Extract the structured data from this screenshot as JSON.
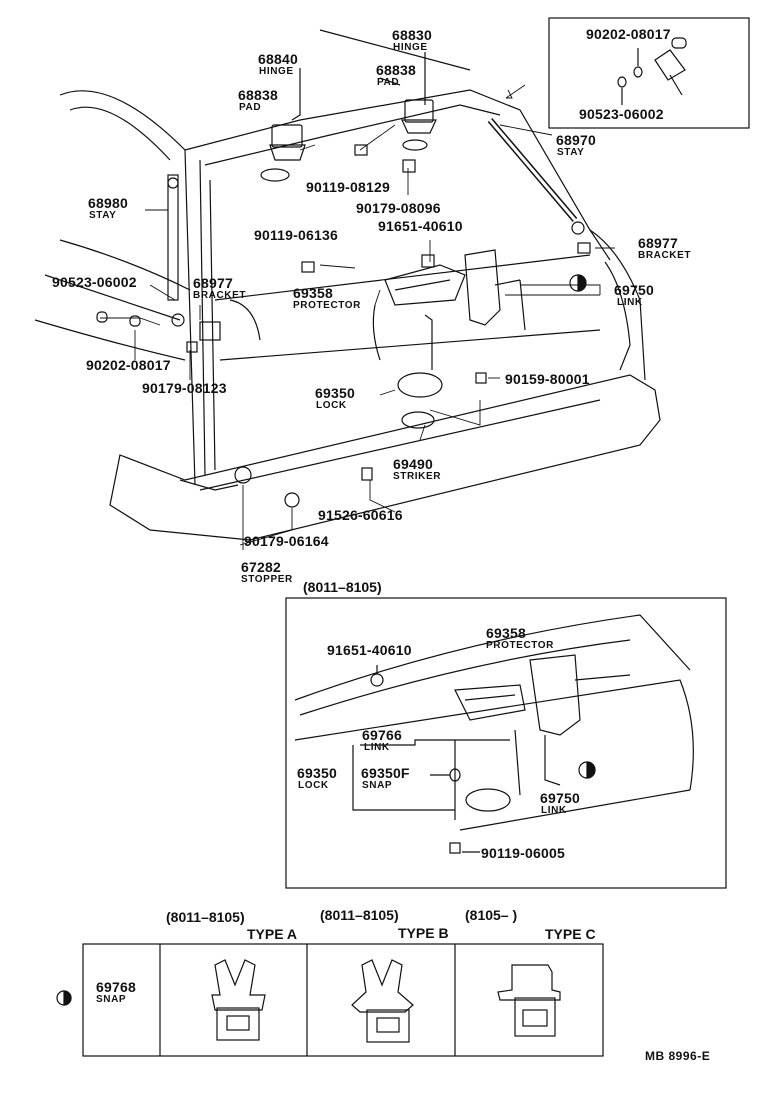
{
  "main_view": {
    "labels": [
      {
        "key": "hinge_r",
        "num": "68830",
        "sub": "HINGE"
      },
      {
        "key": "pad_r",
        "num": "68838",
        "sub": "PAD"
      },
      {
        "key": "hinge_l",
        "num": "68840",
        "sub": "HINGE"
      },
      {
        "key": "pad_l",
        "num": "68838",
        "sub": "PAD"
      },
      {
        "key": "stay_r",
        "num": "68970",
        "sub": "STAY"
      },
      {
        "key": "stay_l",
        "num": "68980",
        "sub": "STAY"
      },
      {
        "key": "bolt_a",
        "num": "90119-08129",
        "sub": ""
      },
      {
        "key": "nut_a",
        "num": "90179-08096",
        "sub": ""
      },
      {
        "key": "bolt_b",
        "num": "90119-06136",
        "sub": ""
      },
      {
        "key": "nut_b",
        "num": "91651-40610",
        "sub": ""
      },
      {
        "key": "bracket_r",
        "num": "68977",
        "sub": "BRACKET"
      },
      {
        "key": "bracket_l",
        "num": "68977",
        "sub": "BRACKET"
      },
      {
        "key": "ring_l",
        "num": "90523-06002",
        "sub": ""
      },
      {
        "key": "protector",
        "num": "69358",
        "sub": "PROTECTOR"
      },
      {
        "key": "link",
        "num": "69750",
        "sub": "LINK"
      },
      {
        "key": "washer_l",
        "num": "90202-08017",
        "sub": ""
      },
      {
        "key": "nut_c",
        "num": "90179-08123",
        "sub": ""
      },
      {
        "key": "lock",
        "num": "69350",
        "sub": "LOCK"
      },
      {
        "key": "screw_a",
        "num": "90159-80001",
        "sub": ""
      },
      {
        "key": "striker",
        "num": "69490",
        "sub": "STRIKER"
      },
      {
        "key": "screw_b",
        "num": "91526-60616",
        "sub": ""
      },
      {
        "key": "nut_d",
        "num": "90179-06164",
        "sub": ""
      },
      {
        "key": "stopper",
        "num": "67282",
        "sub": "STOPPER"
      }
    ]
  },
  "inset_top": {
    "labels": [
      {
        "key": "washer",
        "num": "90202-08017"
      },
      {
        "key": "ring",
        "num": "90523-06002"
      }
    ]
  },
  "detail_view": {
    "range": "(8011–8105)",
    "labels": [
      {
        "key": "nut",
        "num": "91651-40610",
        "sub": ""
      },
      {
        "key": "protector",
        "num": "69358",
        "sub": "PROTECTOR"
      },
      {
        "key": "link_a",
        "num": "69766",
        "sub": "LINK"
      },
      {
        "key": "lock",
        "num": "69350",
        "sub": "LOCK"
      },
      {
        "key": "snap",
        "num": "69350F",
        "sub": "SNAP"
      },
      {
        "key": "link_b",
        "num": "69750",
        "sub": "LINK"
      },
      {
        "key": "bolt",
        "num": "90119-06005",
        "sub": ""
      }
    ]
  },
  "snap_table": {
    "part": {
      "num": "69768",
      "sub": "SNAP"
    },
    "columns": [
      {
        "range": "(8011–8105)",
        "type": "TYPE A"
      },
      {
        "range": "(8011–8105)",
        "type": "TYPE B"
      },
      {
        "range": "(8105–       )",
        "type": "TYPE C"
      }
    ]
  },
  "footer_code": "MB  8996-E"
}
